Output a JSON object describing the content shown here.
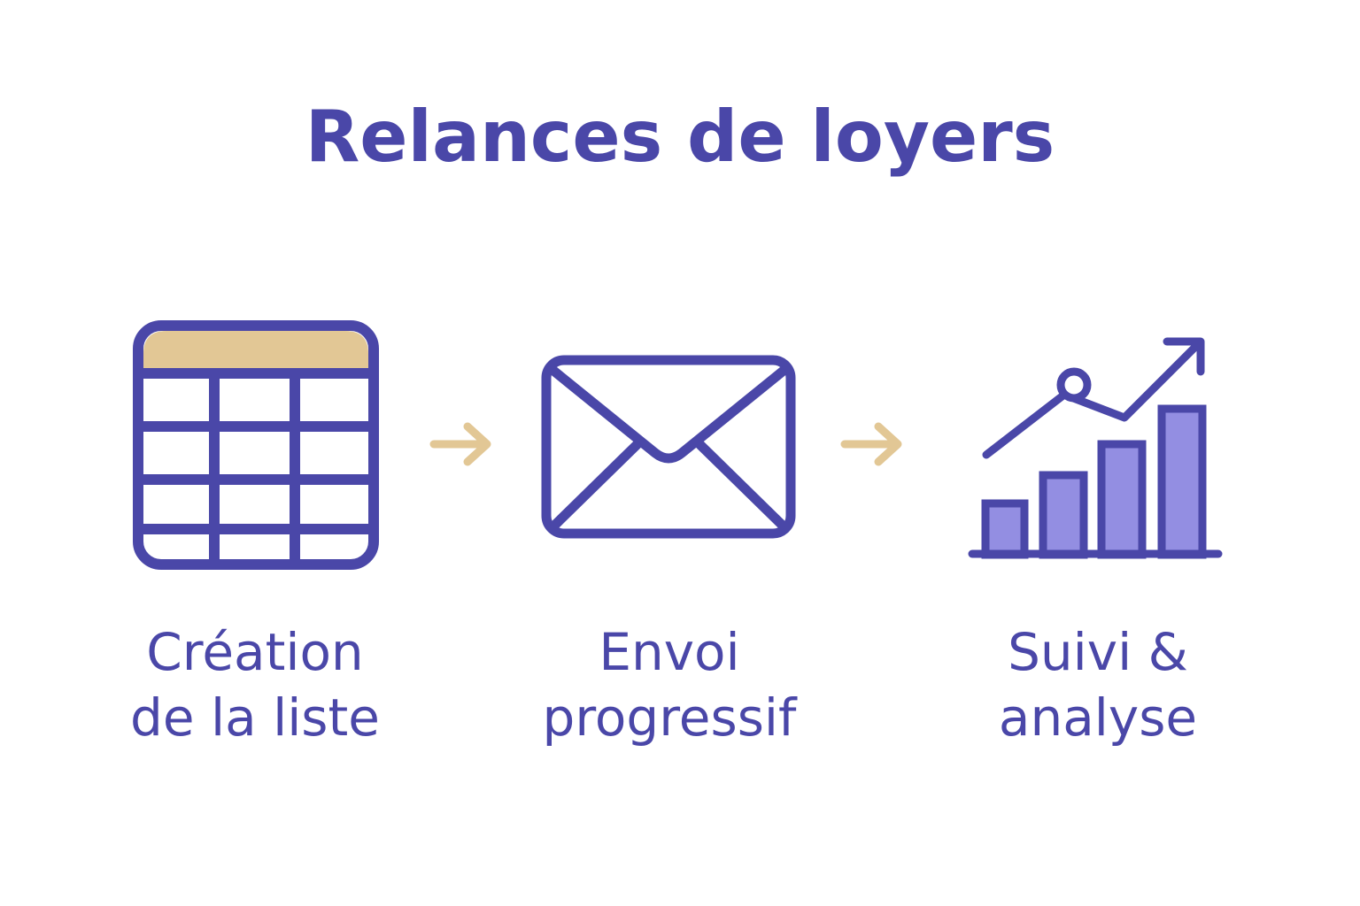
{
  "title": "Relances de loyers",
  "colors": {
    "primary": "#4a47a8",
    "accent": "#e2c795",
    "bar_fill": "#938ee2",
    "background": "#ffffff"
  },
  "steps": [
    {
      "icon": "table-icon",
      "line1": "Création",
      "line2": "de la liste"
    },
    {
      "icon": "envelope-icon",
      "line1": "Envoi",
      "line2": "progressif"
    },
    {
      "icon": "chart-growth-icon",
      "line1": "Suivi &",
      "line2": "analyse"
    }
  ],
  "connectors": [
    {
      "icon": "arrow-right-icon"
    },
    {
      "icon": "arrow-right-icon"
    }
  ]
}
